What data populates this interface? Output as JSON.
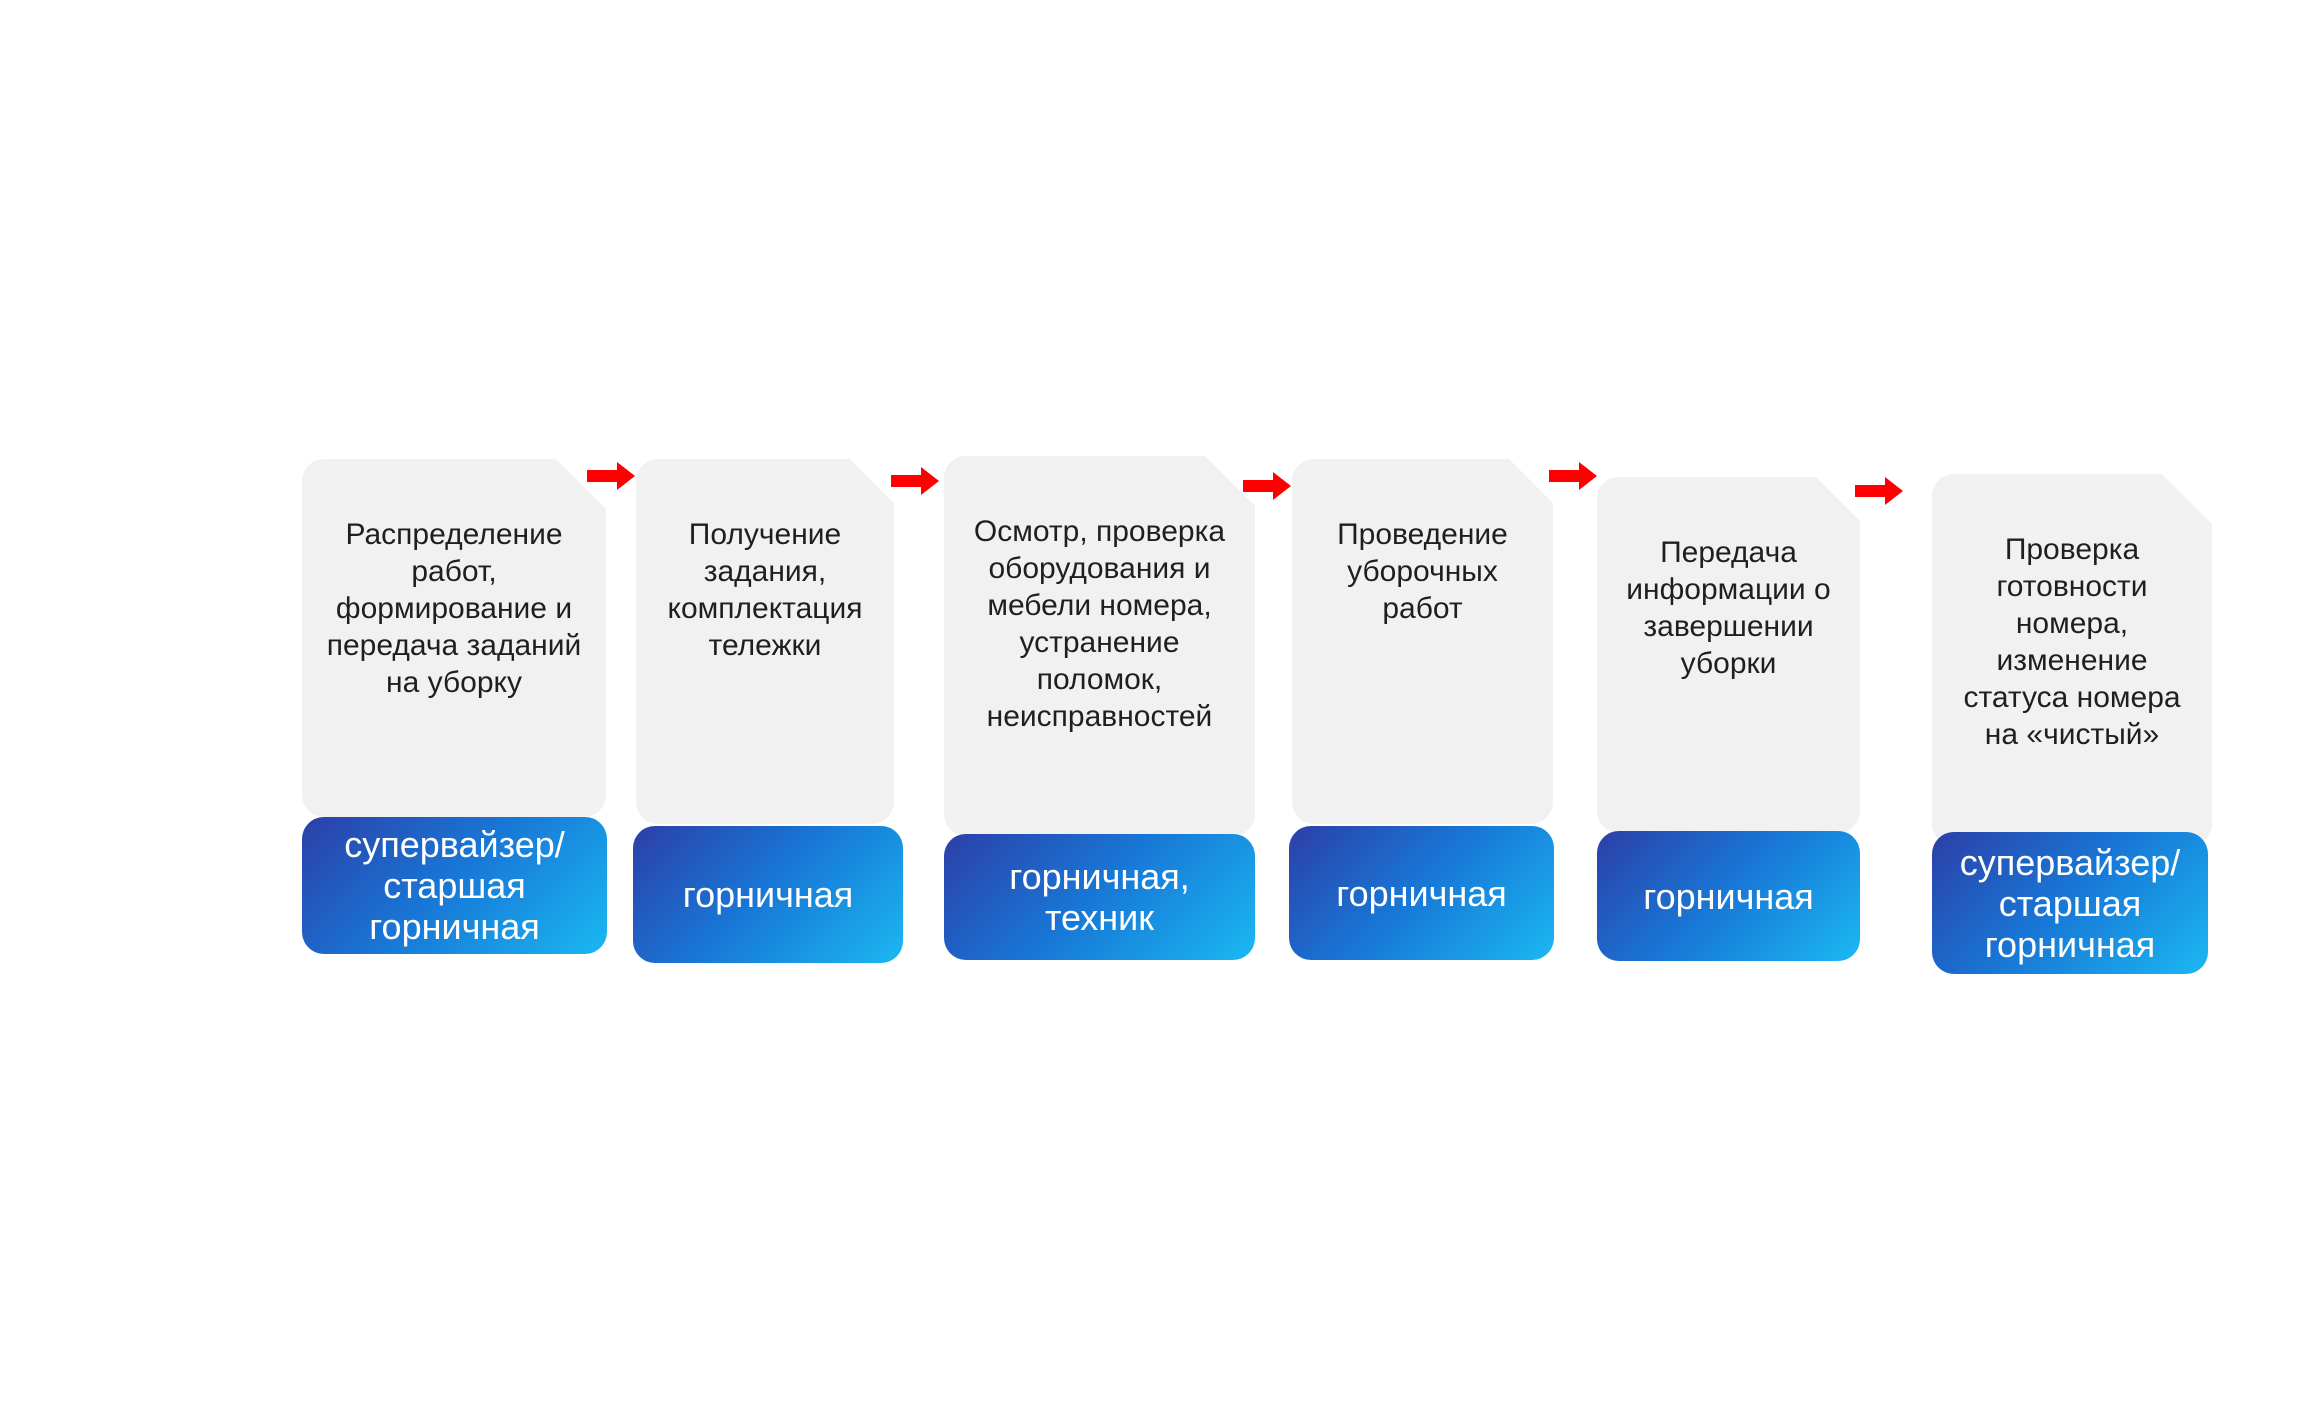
{
  "steps": [
    {
      "text": "Распределение работ, формирование и передача заданий на уборку",
      "role": "супервайзер/\nстаршая\nгорничная"
    },
    {
      "text": "Получение задания, комплектация тележки",
      "role": "горничная"
    },
    {
      "text": "Осмотр, проверка оборудования и мебели номера, устранение поломок, неисправностей",
      "role": "горничная,\nтехник"
    },
    {
      "text": "Проведение уборочных работ",
      "role": "горничная"
    },
    {
      "text": "Передача информации о завершении уборки",
      "role": "горничная"
    },
    {
      "text": "Проверка готовности номера, изменение статуса номера на «чистый»",
      "role": "супервайзер/\nстаршая\nгорничная"
    }
  ],
  "arrow_icon": "right-arrow-icon",
  "arrow_color": "#ff0000",
  "role_gradient": [
    "#2c3fa8",
    "#1877d6",
    "#1ab8f2"
  ]
}
